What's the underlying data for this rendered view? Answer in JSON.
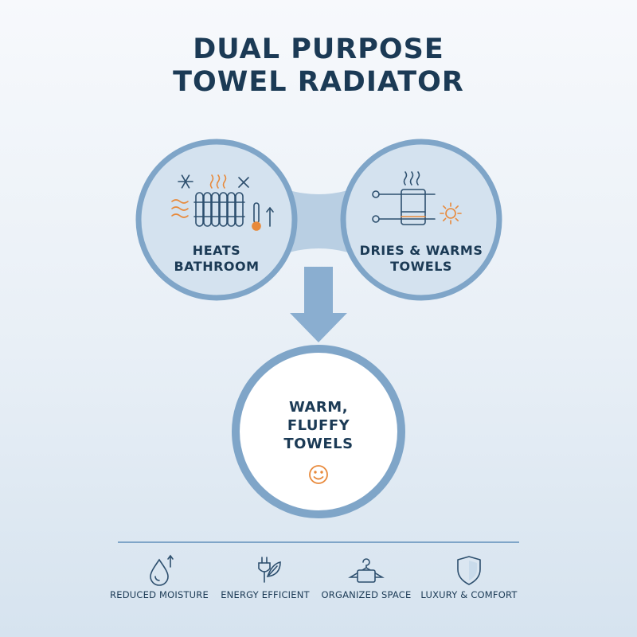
{
  "title": {
    "line1": "DUAL PURPOSE",
    "line2": "TOWEL RADIATOR"
  },
  "nodes": [
    {
      "id": "heats",
      "line1": "HEATS",
      "line2": "BATHROOM",
      "icon": "radiator-icon"
    },
    {
      "id": "dries",
      "line1": "DRIES & WARMS",
      "line2": "TOWELS",
      "icon": "towel-rail-icon"
    },
    {
      "id": "result",
      "line1": "WARM,",
      "line2": "FLUFFY",
      "line3": "TOWELS",
      "icon": "smiley-icon"
    }
  ],
  "features": [
    {
      "label": "REDUCED MOISTURE",
      "icon": "water-drop-icon"
    },
    {
      "label": "ENERGY EFFICIENT",
      "icon": "leaf-plug-icon"
    },
    {
      "label": "ORGANIZED SPACE",
      "icon": "hanger-icon"
    },
    {
      "label": "LUXURY & COMFORT",
      "icon": "shield-icon"
    }
  ],
  "colors": {
    "primary": "#1b3a55",
    "ring": "#7fa5c8",
    "fill": "#d4e2ef",
    "accent": "#e8893a",
    "icon": "#2d4f6e"
  }
}
